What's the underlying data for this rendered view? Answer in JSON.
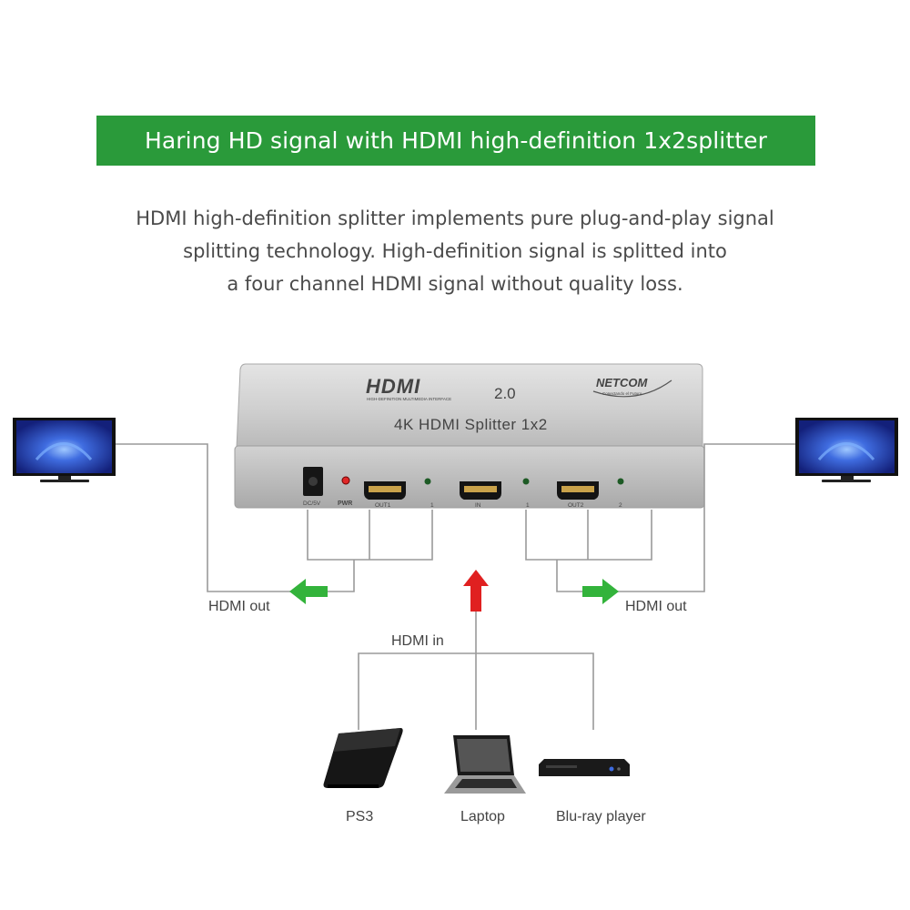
{
  "banner": {
    "title": "Haring HD signal with HDMI high-definition 1x2splitter"
  },
  "description": {
    "lines": [
      "HDMI high-definition splitter implements pure plug-and-play signal",
      "splitting technology. High-definition signal is splitted into",
      "a four channel HDMI signal without quality loss."
    ]
  },
  "device": {
    "logo": "HDMI",
    "logo_tagline": "HIGH-DEFINITION MULTIMEDIA INTERFACE",
    "version": "2.0",
    "brand": "NETCOM",
    "brand_tagline": "Conectando el Futuro",
    "model": "4K HDMI Splitter 1x2",
    "port_labels": {
      "dc": "DC/5V",
      "pwr": "PWR",
      "out1": "OUT1",
      "led1": "1",
      "in": "IN",
      "led_in": "1",
      "out2": "OUT2",
      "led2": "2"
    }
  },
  "labels": {
    "hdmi_out_left": "HDMI out",
    "hdmi_out_right": "HDMI out",
    "hdmi_in": "HDMI in"
  },
  "sources": [
    {
      "name": "PS3"
    },
    {
      "name": "Laptop"
    },
    {
      "name": "Blu-ray player"
    }
  ],
  "colors": {
    "banner": "#2a9a3a",
    "out_arrow": "#33b33b",
    "in_arrow": "#e02020",
    "device_body": "#c8c8c8",
    "screen": "#2a46c8"
  }
}
